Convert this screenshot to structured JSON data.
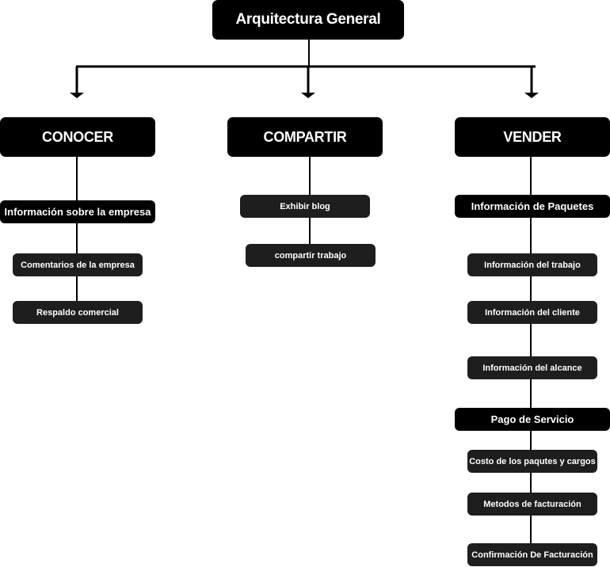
{
  "root": {
    "label": "Arquitectura General"
  },
  "conocer": {
    "label": "CONOCER",
    "section": "Información sobre la empresa",
    "items": [
      "Comentarios de la empresa",
      "Respaldo comercial"
    ]
  },
  "compartir": {
    "label": "COMPARTIR",
    "items": [
      "Exhibir blog",
      "compartir trabajo"
    ]
  },
  "vender": {
    "label": "VENDER",
    "section1": "Información de Paquetes",
    "items1": [
      "Información del trabajo",
      "Información del cliente",
      "Información del alcance"
    ],
    "section2": "Pago de Servicio",
    "items2": [
      "Costo de los paqutes y cargos",
      "Metodos de facturación",
      "Confirmación De Facturación"
    ]
  },
  "colors": {
    "node": "#000000",
    "leaf": "#1e1e1e",
    "text": "#ffffff",
    "line": "#000000"
  }
}
